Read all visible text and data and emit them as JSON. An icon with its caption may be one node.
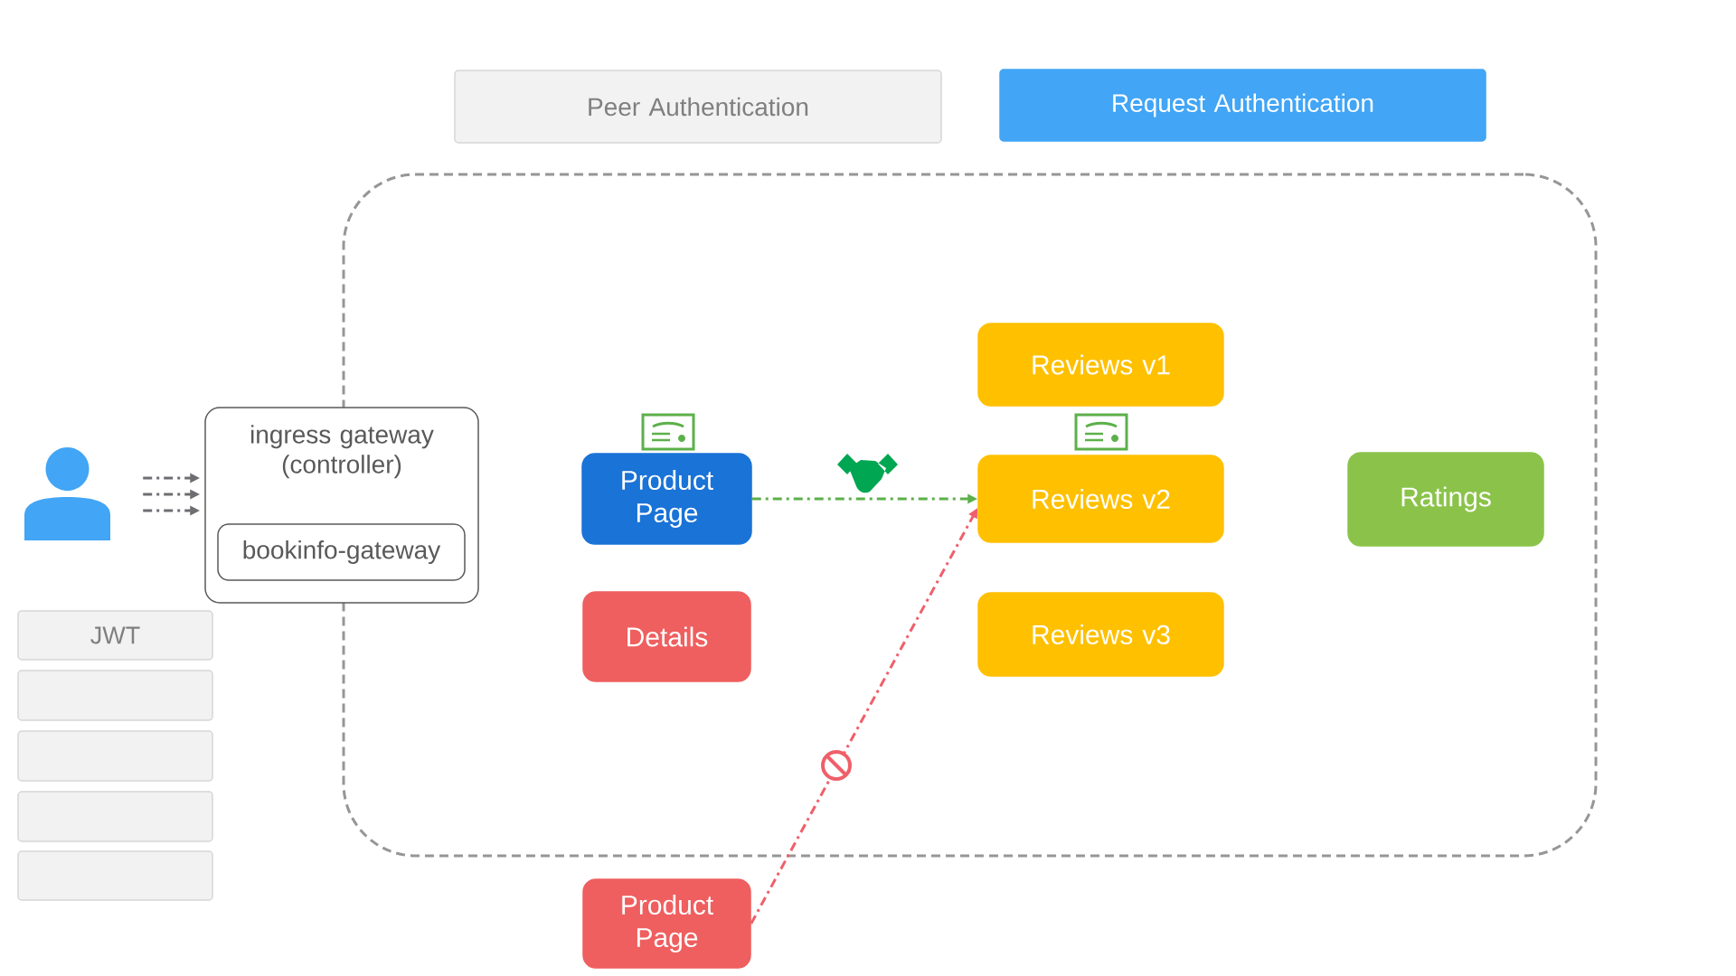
{
  "diagram": {
    "nodes": [
      {
        "text": [
          "Peer Authentication"
        ]
      },
      {
        "text": [
          "Request Authentication"
        ]
      },
      {
        "text": [],
        "shape": "box"
      },
      {
        "text": [],
        "shape": "person"
      },
      {
        "text": [
          "ingress gateway (controller)"
        ]
      },
      {
        "text": [
          "bookinfo-gateway"
        ],
        "in": 4
      },
      {
        "text": [
          "Product Page"
        ],
        "in": 2
      },
      {
        "text": [
          "Reviews v1"
        ],
        "in": 2
      },
      {
        "text": [
          "Reviews v2"
        ],
        "in": 2
      },
      {
        "text": [
          "Details"
        ],
        "in": 2
      },
      {
        "text": [
          "Reviews v3"
        ],
        "in": 2
      },
      {
        "text": [
          "Ratings"
        ],
        "in": 2
      },
      {
        "text": [
          "Product Page"
        ]
      },
      {
        "text": [
          "JWT"
        ]
      },
      {
        "text": [],
        "shape": "box"
      },
      {
        "text": [],
        "shape": "box"
      },
      {
        "text": [],
        "shape": "box"
      },
      {
        "text": [],
        "shape": "box"
      }
    ],
    "edges": [
      {
        "from": 3,
        "to": 4,
        "arrow": "to",
        "style": "dashed"
      },
      {
        "from": 3,
        "to": 4,
        "arrow": "to",
        "style": "dashed"
      },
      {
        "from": 3,
        "to": 4,
        "arrow": "to",
        "style": "dashed"
      },
      {
        "from": 6,
        "to": 8,
        "arrow": "to",
        "style": "dashed",
        "color": "#5cb04a"
      },
      {
        "from": 12,
        "to": 8,
        "arrow": "to",
        "style": "dashed",
        "color": "#ef5f6a"
      }
    ]
  }
}
